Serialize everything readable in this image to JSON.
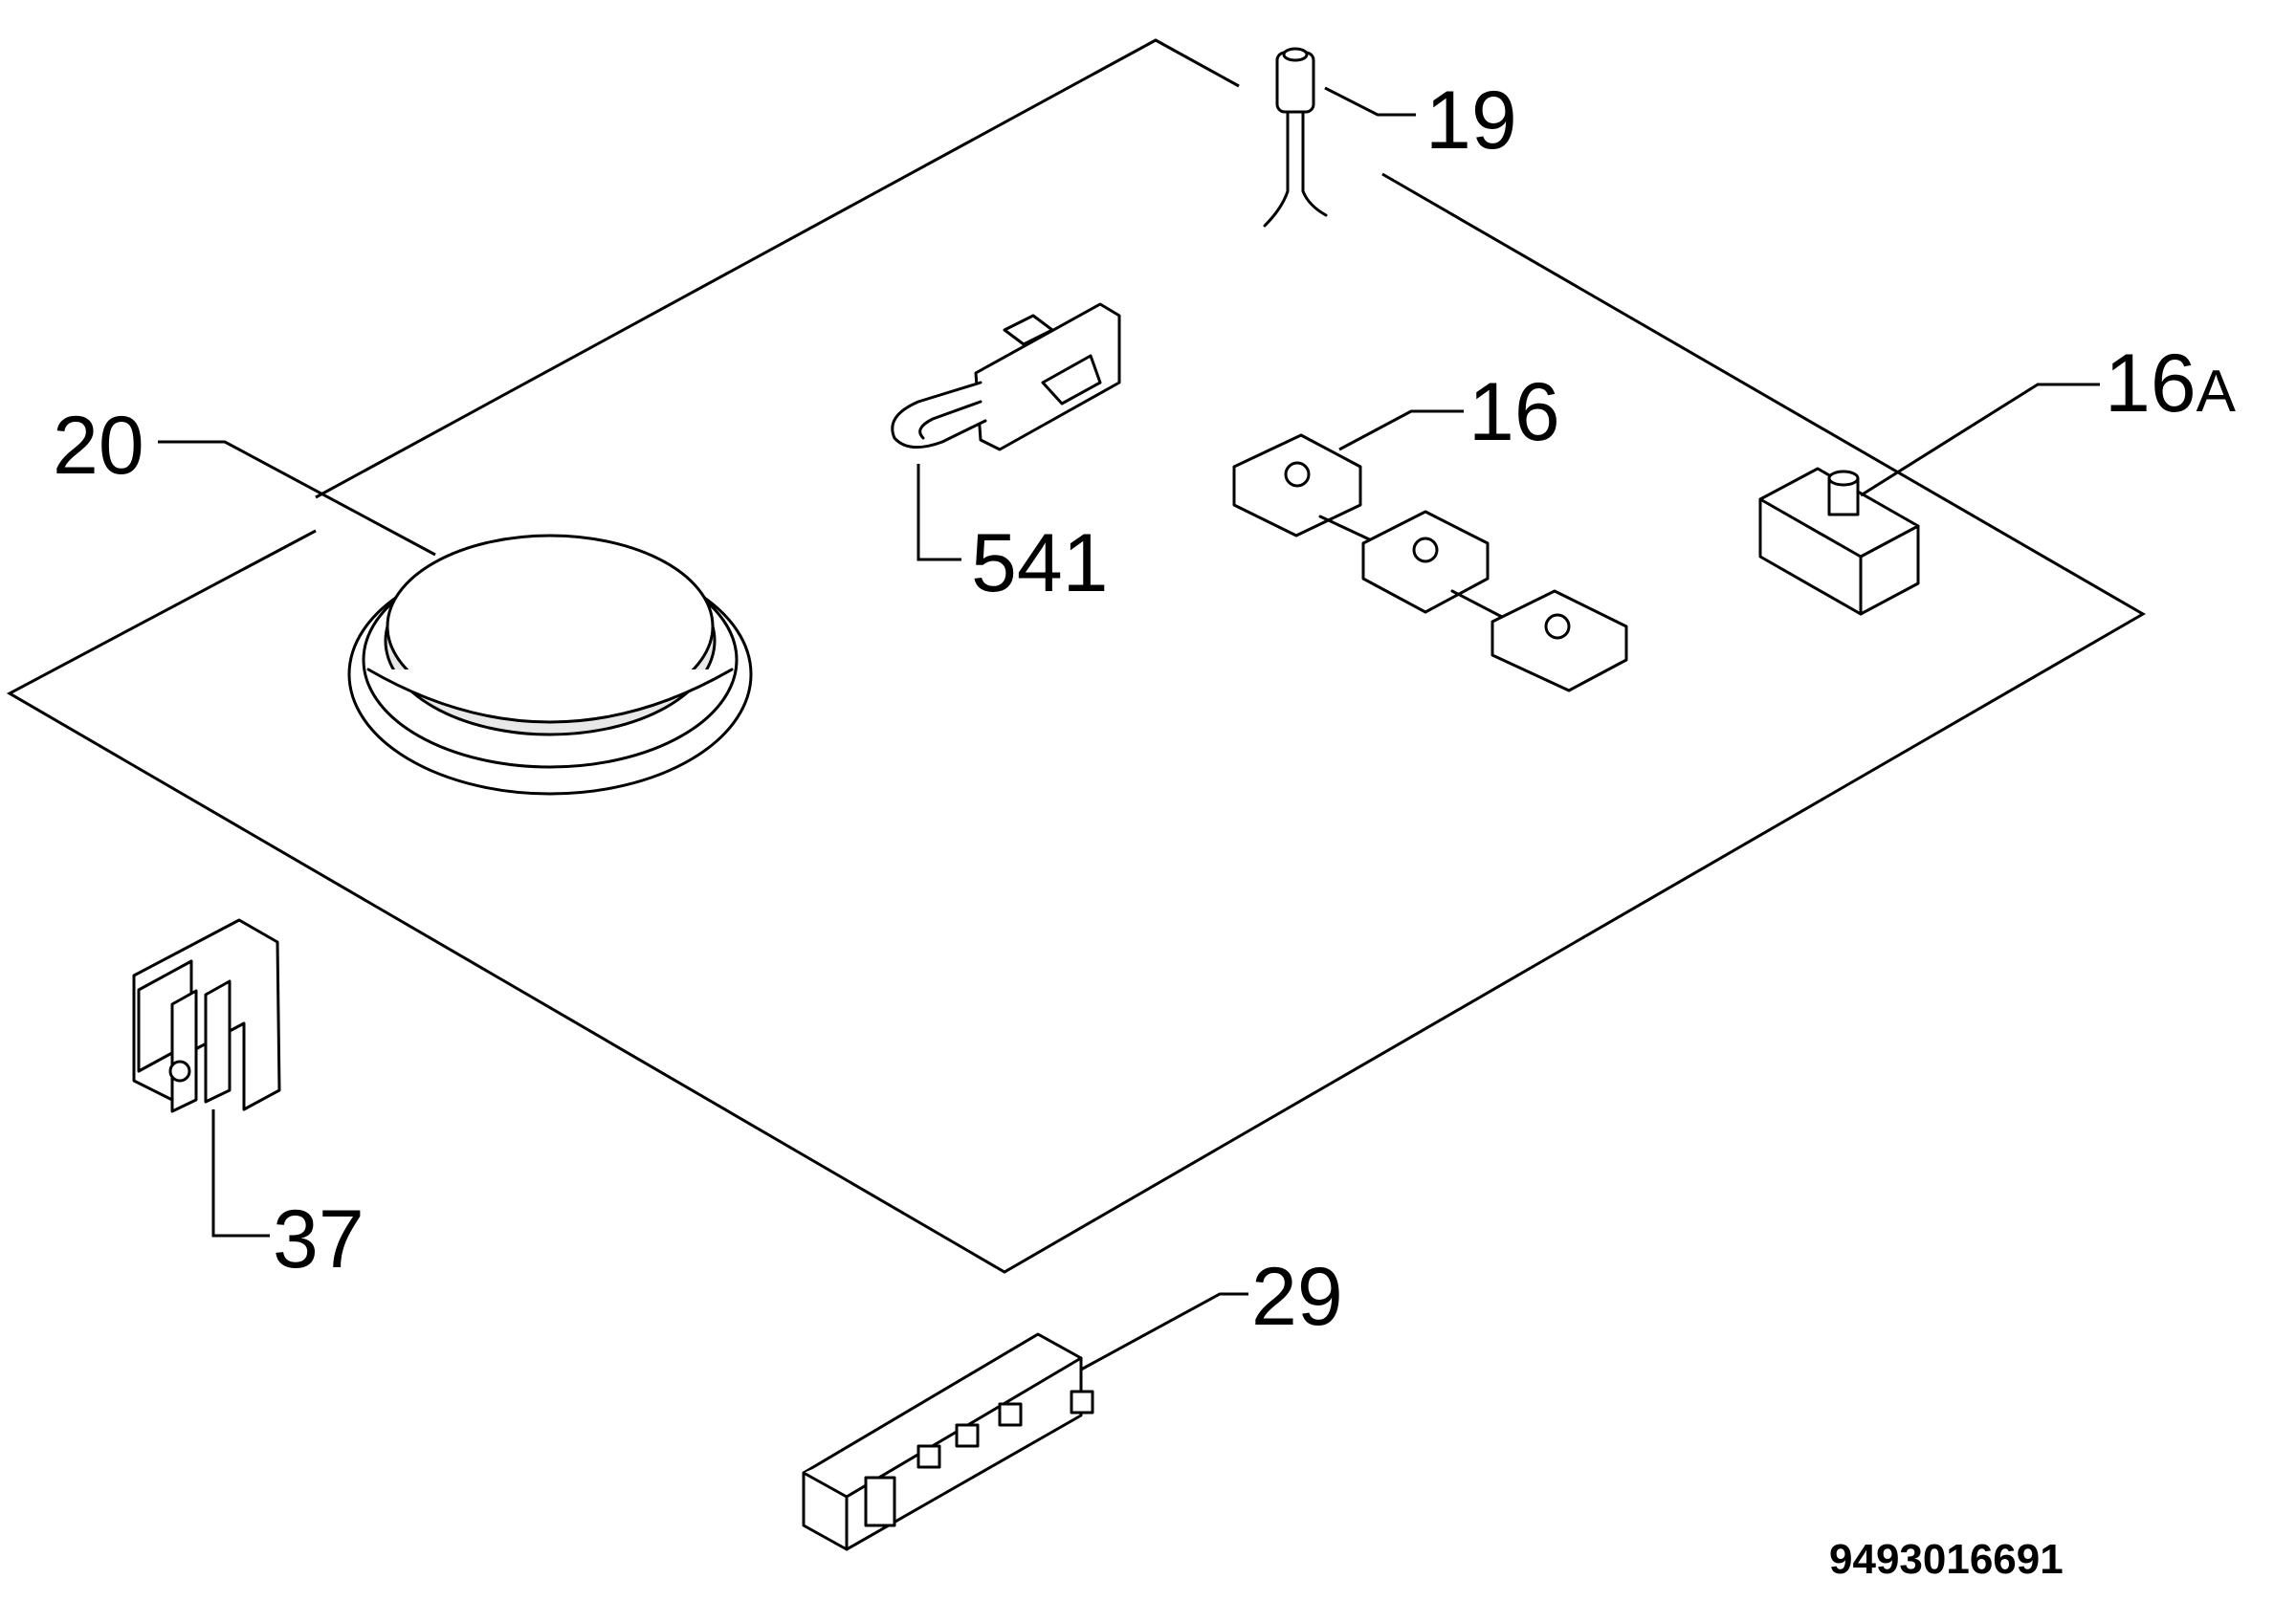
{
  "diagram": {
    "document_number": "9493016691",
    "callouts": [
      {
        "id": "19",
        "text": "19"
      },
      {
        "id": "16A",
        "text": "16",
        "suffix": "A"
      },
      {
        "id": "16",
        "text": "16"
      },
      {
        "id": "20",
        "text": "20"
      },
      {
        "id": "541",
        "text": "541"
      },
      {
        "id": "37",
        "text": "37"
      },
      {
        "id": "29",
        "text": "29"
      }
    ]
  }
}
